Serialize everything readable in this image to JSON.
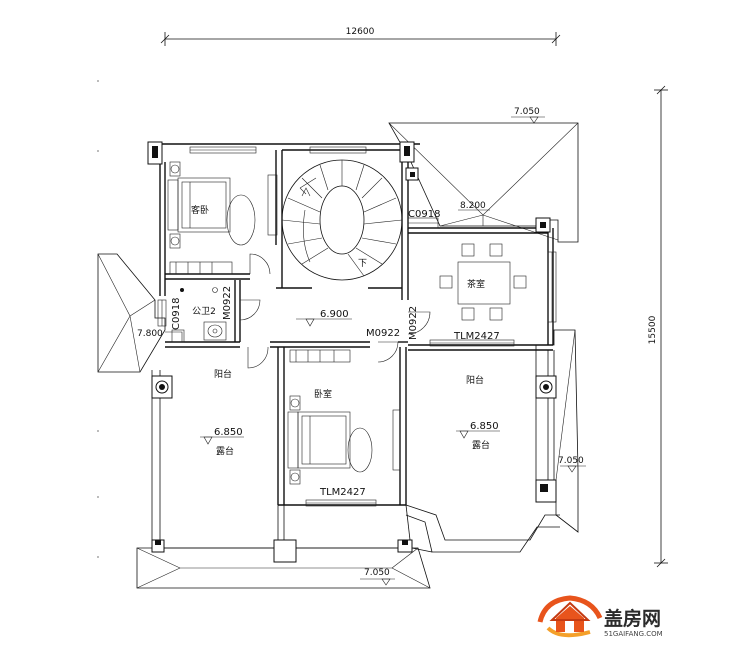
{
  "dimensions": {
    "width_total": "12600",
    "height_total": "15500"
  },
  "levels": {
    "roof_top": "7.050",
    "roof_right": "7.050",
    "roof_bottom": "7.050",
    "roof_left": "7.800",
    "stair_landing": "6.900",
    "terrace_left": "6.850",
    "terrace_right": "6.850",
    "tea_room_top": "8.200"
  },
  "rooms": {
    "guest_bedroom": "客卧",
    "public_bath": "公卫2",
    "tea_room": "茶室",
    "bedroom": "卧室",
    "balcony_left": "阳台",
    "balcony_right": "阳台",
    "terrace_left": "露台",
    "terrace_right": "露台",
    "stair_down": "下"
  },
  "openings": {
    "window_stair": "C0918",
    "window_bath": "C0918",
    "door_bath": "M0922",
    "door_stair": "M0922",
    "door_bedroom": "M0922",
    "sliding_tea": "TLM2427",
    "sliding_bedroom": "TLM2427"
  },
  "brand": {
    "name": "盖房网",
    "url": "51GAIFANG.COM",
    "accent": "#e8541c"
  }
}
